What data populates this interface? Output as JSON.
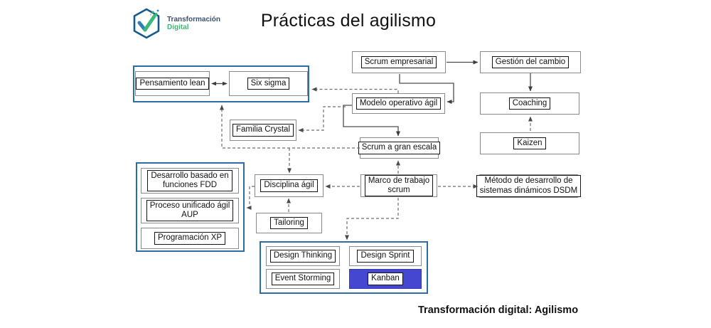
{
  "header": {
    "title": "Prácticas del agilismo",
    "logo": {
      "line1": "Transformación",
      "line2": "Digital"
    }
  },
  "footer": {
    "caption": "Transformación digital: Agilismo"
  },
  "colors": {
    "group_border": "#2e6ca6",
    "kanban_fill": "#4647d0",
    "box_outer_border": "#8a8a8a",
    "box_inner_border": "#141414",
    "solid_connector": "#4d4d4d",
    "dashed_connector": "#6e6e6e",
    "logo_hexagon": "#155a8a",
    "logo_check_blue": "#2f7fb8",
    "logo_check_green": "#3cb878",
    "logo_text_dark": "#3b5266",
    "logo_text_green": "#3cb878"
  },
  "nodes": {
    "pensamiento_lean": {
      "label": "Pensamiento lean"
    },
    "six_sigma": {
      "label": "Six sigma"
    },
    "scrum_empresarial": {
      "label": "Scrum empresarial"
    },
    "gestion_cambio": {
      "label": "Gestión del cambio"
    },
    "modelo_operativo": {
      "label": "Modelo operativo ágil"
    },
    "coaching": {
      "label": "Coaching"
    },
    "familia_crystal": {
      "label": "Familia Crystal"
    },
    "kaizen": {
      "label": "Kaizen"
    },
    "scrum_gran_escala": {
      "label": "Scrum a gran escala"
    },
    "disciplina_agil": {
      "label": "Disciplina ágil"
    },
    "marco_trabajo": {
      "l1": "Marco de trabajo",
      "l2": "scrum"
    },
    "dsdm": {
      "l1": "Método de desarrollo de",
      "l2": "sistemas dinámicos DSDM"
    },
    "fdd": {
      "l1": "Desarrollo basado en",
      "l2": "funciones FDD"
    },
    "aup": {
      "l1": "Proceso unificado ágil",
      "l2": "AUP"
    },
    "programacion_xp": {
      "label": "Programación XP"
    },
    "tailoring": {
      "label": "Tailoring"
    },
    "design_thinking": {
      "label": "Design Thinking"
    },
    "design_sprint": {
      "label": "Design Sprint"
    },
    "event_storming": {
      "label": "Event Storming"
    },
    "kanban": {
      "label": "Kanban"
    }
  }
}
